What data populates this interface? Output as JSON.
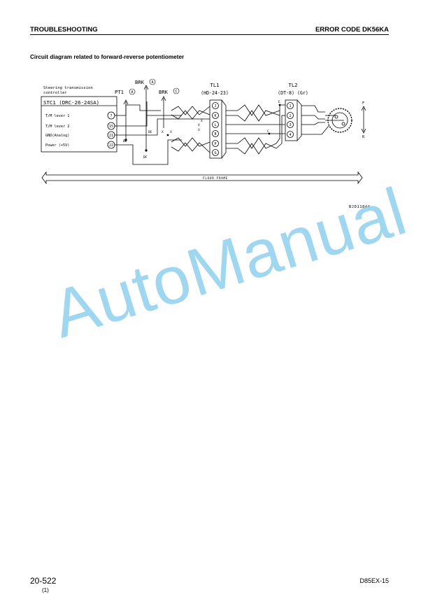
{
  "header": {
    "left": "TROUBLESHOOTING",
    "right": "ERROR CODE  DK56KA"
  },
  "section_title": "Circuit diagram related to forward-reverse potentiometer",
  "diagram": {
    "controller_label_1": "Steering transmission",
    "controller_label_2": "controller",
    "stc1": "STC1 (DRC-26-24SA)",
    "pins": [
      {
        "label": "T/M lever 1",
        "num": "7"
      },
      {
        "label": "T/M lever 2",
        "num": "15"
      },
      {
        "label": "GND(Analog)",
        "num": "21"
      },
      {
        "label": "Power (+5V)",
        "num": "22"
      }
    ],
    "pt1": "PT1",
    "pt1_mark": "A",
    "brk_a": "BRK",
    "brk_a_mark": "A",
    "brk_c": "BRK",
    "brk_c_mark": "C",
    "tl1_name": "TL1",
    "tl1_type": "(HD-24-23)",
    "tl1_pins": [
      "J",
      "K",
      "L",
      "B",
      "P",
      "G"
    ],
    "tl2_name": "TL2",
    "tl2_type": "(DT-8) (Gr)",
    "tl2_pins": [
      "1",
      "2",
      "3",
      "4"
    ],
    "wire_labels": {
      "be1": "BE",
      "be2": "BE",
      "bf": "BF",
      "x1": "X",
      "x2": "X",
      "x3": "X",
      "x4": "X",
      "x5": "X",
      "e": "E",
      "c": "C"
    },
    "f_label": "F",
    "r_label": "R",
    "floor_frame": "FLOOR FRAME"
  },
  "figure_id": "BJD11844",
  "watermark": "AutoManual",
  "footer": {
    "page": "20-522",
    "revision": "(1)",
    "model": "D85EX-15"
  }
}
